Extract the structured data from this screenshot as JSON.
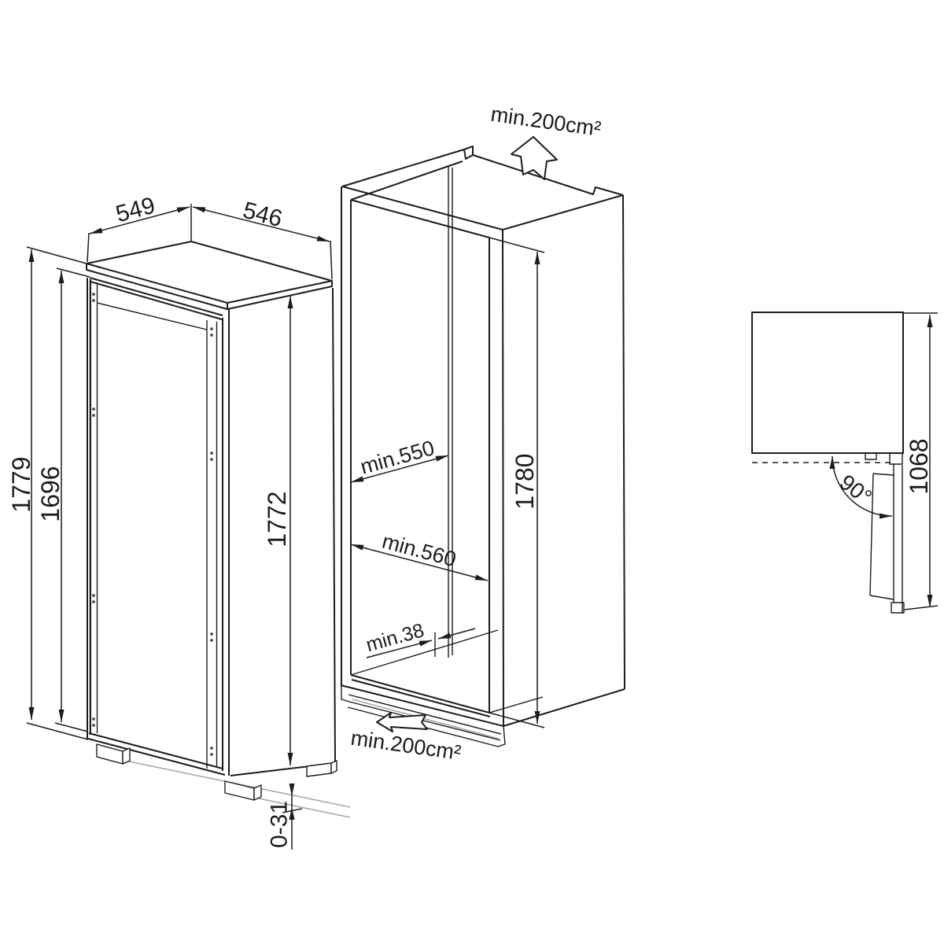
{
  "diagram": {
    "fridge_view": {
      "width": "549",
      "depth": "546",
      "height_overall": "1779",
      "height_door": "1696",
      "height_body": "1772",
      "feet_adjust_range": "0-31"
    },
    "niche_view": {
      "vent_top": "min.200cm²",
      "niche_depth": "min.550",
      "niche_width": "min.560",
      "rear_gap": "min.38",
      "niche_height": "1780",
      "vent_bottom": "min.200cm²"
    },
    "top_view": {
      "door_open_angle": "90°",
      "depth_door_open": "1068"
    },
    "colors": {
      "line": "#1c1c1c",
      "floor_line": "#a9a9a9",
      "background": "#ffffff"
    }
  }
}
